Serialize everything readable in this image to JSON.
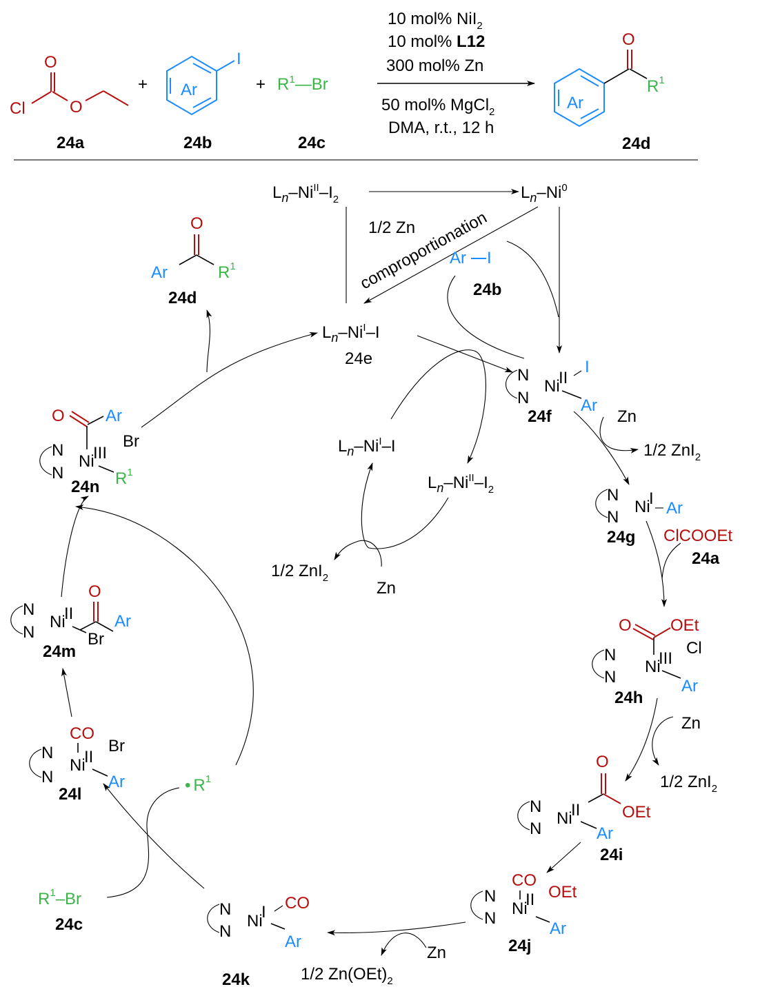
{
  "reaction": {
    "reagents": [
      {
        "id": "24a",
        "label": "24a",
        "name": "ethyl chloroformate",
        "atoms": {
          "cl": "Cl",
          "o1": "O",
          "o2": "O"
        }
      },
      {
        "id": "24b",
        "label": "24b",
        "ring": "Ar",
        "substituent": "I"
      },
      {
        "id": "24c",
        "label": "24c",
        "formula_r": "R",
        "formula_sup": "1",
        "formula_rest": "—Br"
      }
    ],
    "plus": "+",
    "conditions_above": [
      "10 mol% NiI",
      "10 mol% ",
      "300 mol% Zn"
    ],
    "nii2_sub": "2",
    "ligand": "L12",
    "conditions_below": [
      "50 mol% MgCl",
      "DMA, r.t., 12 h"
    ],
    "mgcl2_sub": "2",
    "product": {
      "id": "24d",
      "label": "24d",
      "ring": "Ar",
      "o": "O",
      "r": "R",
      "r_sup": "1"
    }
  },
  "mechanism": {
    "top_left": {
      "l": "L",
      "n": "n",
      "ni": "–Ni",
      "ox": "II",
      "rest": "–I",
      "sub": "2"
    },
    "top_right": {
      "l": "L",
      "n": "n",
      "ni": "–Ni",
      "ox": "0"
    },
    "half_zn": "1/2 Zn",
    "comproportionation": "comproportionation",
    "ar_i": {
      "ar": "Ar",
      "i": "I",
      "label": "24b"
    },
    "e24": {
      "l": "L",
      "n": "n",
      "ni": "–Ni",
      "ox": "I",
      "rest": "–I",
      "label": "24e"
    },
    "product_24d": {
      "ar": "Ar",
      "o": "O",
      "r": "R",
      "sup": "1",
      "label": "24d"
    },
    "inner_cycle": {
      "nii": {
        "l": "L",
        "n": "n",
        "ni": "–Ni",
        "ox": "I",
        "rest": "–I"
      },
      "niii": {
        "l": "L",
        "n": "n",
        "ni": "–Ni",
        "ox": "II",
        "rest": "–I",
        "sub": "2"
      },
      "zni2": "1/2 ZnI",
      "zni2_sub": "2",
      "zn": "Zn"
    },
    "intermediates": {
      "f": {
        "label": "24f",
        "ox": "II",
        "x": "I",
        "ar": "Ar",
        "reagent_in": "Zn",
        "byproduct": "1/2 ZnI",
        "byproduct_sub": "2"
      },
      "g": {
        "label": "24g",
        "ox": "I",
        "ar": "Ar",
        "reagent": "ClCOOEt",
        "reagent_label": "24a"
      },
      "h": {
        "label": "24h",
        "ox": "III",
        "o": "O",
        "oet": "OEt",
        "cl": "Cl",
        "ar": "Ar",
        "reagent_in": "Zn",
        "byproduct": "1/2 ZnI",
        "byproduct_sub": "2"
      },
      "i": {
        "label": "24i",
        "ox": "II",
        "o": "O",
        "oet": "OEt",
        "ar": "Ar"
      },
      "j": {
        "label": "24j",
        "ox": "II",
        "co": "CO",
        "oet": "OEt",
        "ar": "Ar",
        "reagent_in": "Zn",
        "byproduct": "1/2 Zn(OEt)",
        "byproduct_sub": "2"
      },
      "k": {
        "label": "24k",
        "ox": "I",
        "co": "CO",
        "ar": "Ar"
      },
      "l": {
        "label": "24l",
        "ox": "II",
        "co": "CO",
        "br": "Br",
        "ar": "Ar"
      },
      "m": {
        "label": "24m",
        "ox": "II",
        "o": "O",
        "ar": "Ar",
        "br": "Br"
      },
      "n": {
        "label": "24n",
        "ox": "III",
        "o": "O",
        "ar": "Ar",
        "br": "Br",
        "r": "R",
        "r_sup": "1"
      }
    },
    "radical": {
      "dot": "•",
      "r": "R",
      "sup": "1"
    },
    "r1br": {
      "r": "R",
      "sup": "1",
      "rest": "–Br",
      "label": "24c"
    },
    "nitrogen": "N"
  },
  "colors": {
    "red": "#b50e0e",
    "blue": "#1a8cff",
    "green": "#3bb54a",
    "black": "#000000"
  }
}
